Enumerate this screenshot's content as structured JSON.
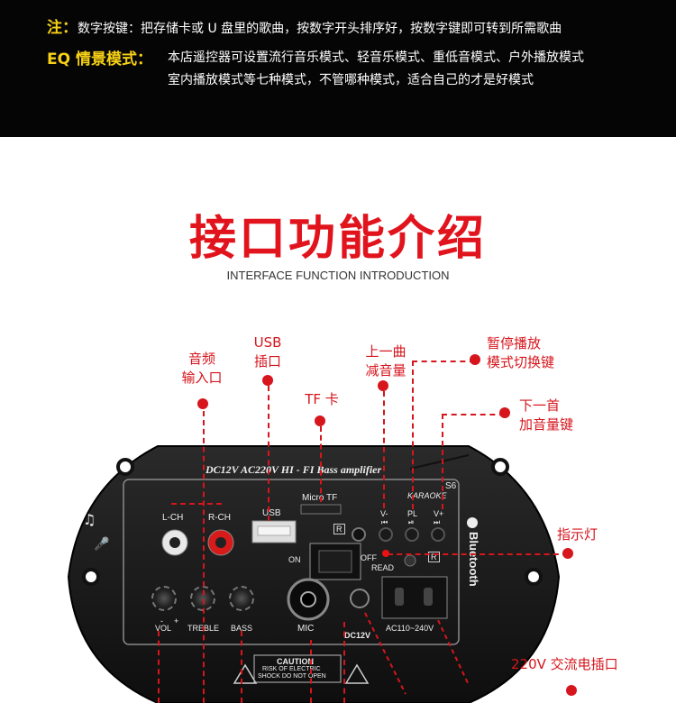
{
  "notes": {
    "line1_label": "注：",
    "line1_text": "数字按键：把存储卡或 U 盘里的歌曲，按数字开头排序好，按数字键即可转到所需歌曲",
    "eq_label": "EQ 情景模式：",
    "eq_line1": "本店遥控器可设置流行音乐模式、轻音乐模式、重低音模式、户外播放模式",
    "eq_line2": "室内播放模式等七种模式，不管哪种模式，适合自己的才是好模式"
  },
  "section": {
    "title": "接口功能介绍",
    "subtitle": "INTERFACE FUNCTION INTRODUCTION"
  },
  "callouts": {
    "audio_in_1": "音频",
    "audio_in_2": "输入口",
    "usb_1": "USB",
    "usb_2": "插口",
    "tf": "TF 卡",
    "prev_1": "上一曲",
    "prev_2": "减音量",
    "pause_1": "暂停播放",
    "pause_2": "模式切换键",
    "next_1": "下一首",
    "next_2": "加音量键",
    "indicator": "指示灯",
    "ac_socket": "220V 交流电插口"
  },
  "board": {
    "header": "DC12V AC220V HI - FI Bass amplifier",
    "model": "S6",
    "brand": "KARAOKE",
    "microtf": "Micro TF",
    "usb": "USB",
    "lch": "L-CH",
    "rch": "R-CH",
    "on": "ON",
    "off": "OFF",
    "read": "READ",
    "vminus": "V-",
    "pl": "PL",
    "vplus": "V+",
    "vol": "VOL",
    "treble": "TREBLE",
    "bass": "BASS",
    "mic": "MIC",
    "dc12v": "DC12V",
    "ac_range": "AC110~240V",
    "caution_1": "CAUTION",
    "caution_2": "RISK OF ELECTRIC",
    "caution_3": "SHOCK DO NOT OPEN",
    "bluetooth": "Bluetooth",
    "r_mark": "R",
    "minus": "-",
    "plus": "+"
  },
  "colors": {
    "accent_red": "#d6151c",
    "title_red": "#e1141d",
    "note_yellow": "#f7d117"
  }
}
